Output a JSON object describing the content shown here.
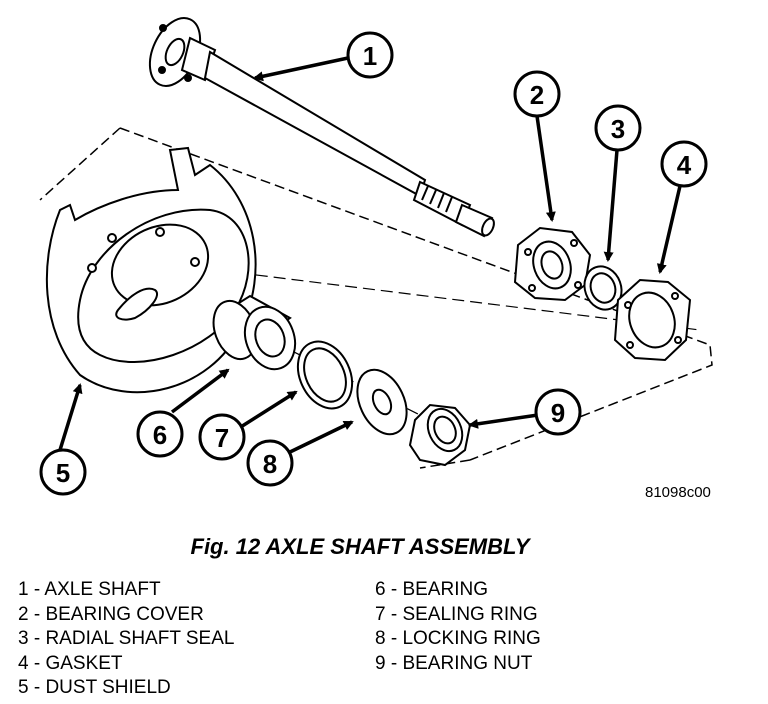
{
  "figure": {
    "title": "Fig. 12 AXLE SHAFT ASSEMBLY",
    "ref_code": "81098c00"
  },
  "callouts": [
    {
      "number": "1",
      "part": "axle-shaft"
    },
    {
      "number": "2",
      "part": "bearing-cover"
    },
    {
      "number": "3",
      "part": "radial-shaft-seal"
    },
    {
      "number": "4",
      "part": "gasket"
    },
    {
      "number": "5",
      "part": "dust-shield"
    },
    {
      "number": "6",
      "part": "bearing"
    },
    {
      "number": "7",
      "part": "sealing-ring"
    },
    {
      "number": "8",
      "part": "locking-ring"
    },
    {
      "number": "9",
      "part": "bearing-nut"
    }
  ],
  "legend": {
    "left": [
      "1 - AXLE SHAFT",
      "2 - BEARING COVER",
      "3 - RADIAL SHAFT SEAL",
      "4 - GASKET",
      "5 - DUST SHIELD"
    ],
    "right": [
      "6 - BEARING",
      "7 - SEALING RING",
      "8 - LOCKING RING",
      "9 - BEARING NUT"
    ]
  }
}
